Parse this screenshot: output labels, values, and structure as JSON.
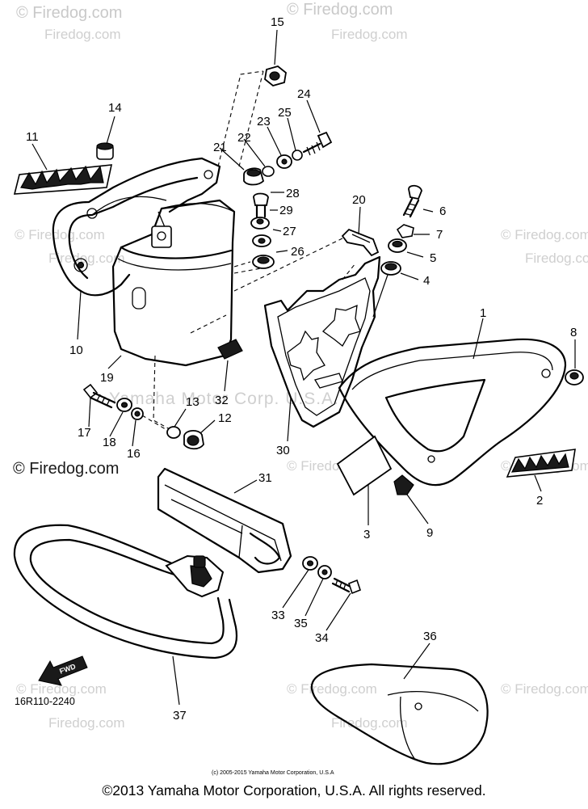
{
  "watermark": {
    "site": "Firedog.com",
    "prominent": "© Firedog.com",
    "center": "Yamaha Motor Corp. U.S.A."
  },
  "diagram": {
    "part_code": "16R110-2240",
    "fwd_label": "FWD",
    "small_copyright": "(c) 2005-2015 Yamaha Motor Corporation, U.S.A",
    "callouts": [
      {
        "id": 1,
        "label": "1"
      },
      {
        "id": 2,
        "label": "2"
      },
      {
        "id": 3,
        "label": "3"
      },
      {
        "id": 4,
        "label": "4"
      },
      {
        "id": 5,
        "label": "5"
      },
      {
        "id": 6,
        "label": "6"
      },
      {
        "id": 7,
        "label": "7"
      },
      {
        "id": 8,
        "label": "8"
      },
      {
        "id": 9,
        "label": "9"
      },
      {
        "id": 10,
        "label": "10"
      },
      {
        "id": 11,
        "label": "11"
      },
      {
        "id": 12,
        "label": "12"
      },
      {
        "id": 13,
        "label": "13"
      },
      {
        "id": 14,
        "label": "14"
      },
      {
        "id": 15,
        "label": "15"
      },
      {
        "id": 16,
        "label": "16"
      },
      {
        "id": 17,
        "label": "17"
      },
      {
        "id": 18,
        "label": "18"
      },
      {
        "id": 19,
        "label": "19"
      },
      {
        "id": 20,
        "label": "20"
      },
      {
        "id": 21,
        "label": "21"
      },
      {
        "id": 22,
        "label": "22"
      },
      {
        "id": 23,
        "label": "23"
      },
      {
        "id": 24,
        "label": "24"
      },
      {
        "id": 25,
        "label": "25"
      },
      {
        "id": 26,
        "label": "26"
      },
      {
        "id": 27,
        "label": "27"
      },
      {
        "id": 28,
        "label": "28"
      },
      {
        "id": 29,
        "label": "29"
      },
      {
        "id": 30,
        "label": "30"
      },
      {
        "id": 31,
        "label": "31"
      },
      {
        "id": 32,
        "label": "32"
      },
      {
        "id": 33,
        "label": "33"
      },
      {
        "id": 34,
        "label": "34"
      },
      {
        "id": 35,
        "label": "35"
      },
      {
        "id": 36,
        "label": "36"
      },
      {
        "id": 37,
        "label": "37"
      }
    ]
  },
  "footer": {
    "copyright": "©2013 Yamaha Motor Corporation, U.S.A. All rights reserved."
  }
}
